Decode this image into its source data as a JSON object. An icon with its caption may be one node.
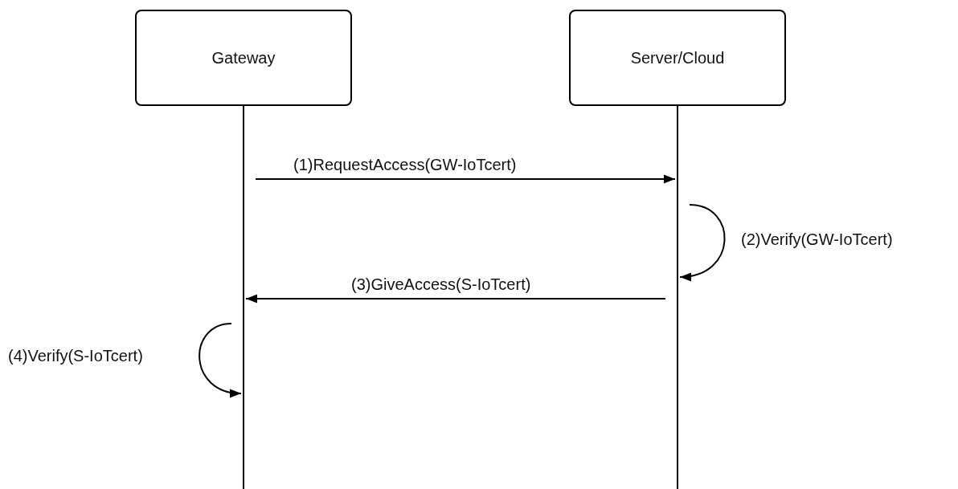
{
  "diagram": {
    "nodes": [
      {
        "text": [
          "Gateway"
        ]
      },
      {
        "text": [
          "Server/Cloud"
        ]
      }
    ],
    "edges": [
      {
        "from": 0,
        "to": 1,
        "arrow": "to",
        "label": "(1)RequestAccess(GW-IoTcert)"
      },
      {
        "from": 1,
        "to": 1,
        "arrow": "to",
        "label": "(2)Verify(GW-IoTcert)"
      },
      {
        "from": 1,
        "to": 0,
        "arrow": "to",
        "label": "(3)GiveAccess(S-IoTcert)"
      },
      {
        "from": 0,
        "to": 0,
        "arrow": "to",
        "label": "(4)Verify(S-IoTcert)"
      }
    ]
  }
}
